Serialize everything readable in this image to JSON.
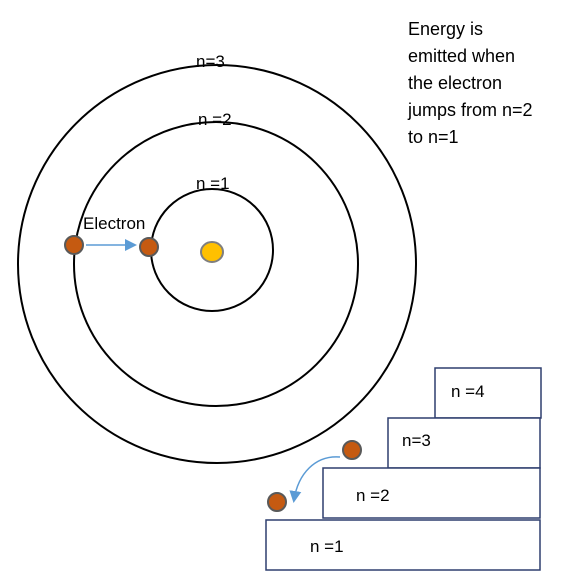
{
  "diagram": {
    "orbits": [
      {
        "label": "n =1"
      },
      {
        "label": "n =2"
      },
      {
        "label": "n=3"
      }
    ],
    "electron_label": "Electron",
    "note": {
      "lines": [
        "Energy is",
        "emitted when",
        "the electron",
        "jumps from n=2",
        "to n=1"
      ]
    },
    "energy_levels": [
      {
        "label": "n =4"
      },
      {
        "label": "n=3"
      },
      {
        "label": "n =2"
      },
      {
        "label": "n =1"
      }
    ],
    "colors": {
      "nucleus_fill": "#FFC000",
      "nucleus_stroke": "#7F7F7F",
      "electron_fill": "#C55A11",
      "electron_stroke": "#595959",
      "arrow": "#5B9BD5",
      "level_box_stroke": "#2F3F6F",
      "orbit_stroke": "#000000"
    }
  }
}
